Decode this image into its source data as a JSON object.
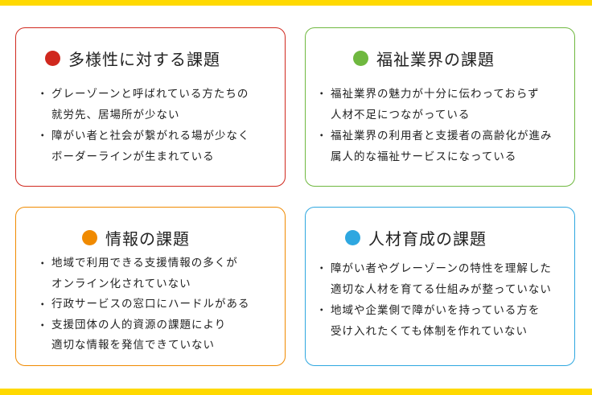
{
  "colors": {
    "yellow": "#ffd900",
    "red": "#d0281e",
    "green": "#6fb83f",
    "orange": "#f08a00",
    "blue": "#2ea7e0"
  },
  "cards": [
    {
      "title": "多様性に対する課題",
      "bullets": [
        [
          "グレーゾーンと呼ばれている方たちの",
          "就労先、居場所が少ない"
        ],
        [
          "障がい者と社会が繋がれる場が少なく",
          "ボーダーラインが生まれている"
        ]
      ]
    },
    {
      "title": "福祉業界の課題",
      "bullets": [
        [
          "福祉業界の魅力が十分に伝わっておらず",
          "人材不足につながっている"
        ],
        [
          "福祉業界の利用者と支援者の高齢化が進み",
          "属人的な福祉サービスになっている"
        ]
      ]
    },
    {
      "title": "情報の課題",
      "bullets": [
        [
          "地域で利用できる支援情報の多くが",
          "オンライン化されていない"
        ],
        [
          "行政サービスの窓口にハードルがある"
        ],
        [
          "支援団体の人的資源の課題により",
          "適切な情報を発信できていない"
        ]
      ]
    },
    {
      "title": "人材育成の課題",
      "bullets": [
        [
          "障がい者やグレーゾーンの特性を理解した",
          "適切な人材を育てる仕組みが整っていない"
        ],
        [
          "地域や企業側で障がいを持っている方を",
          "受け入れたくても体制を作れていない"
        ]
      ]
    }
  ]
}
